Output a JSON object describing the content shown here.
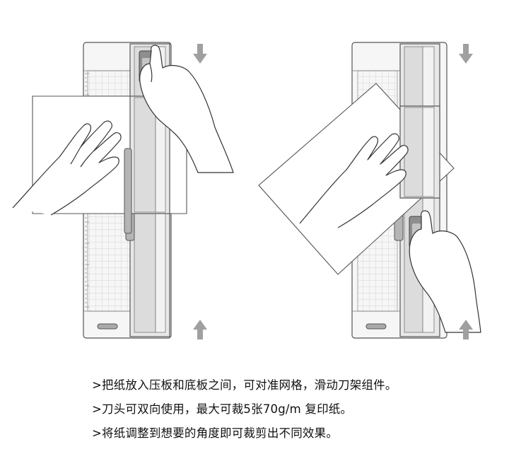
{
  "captions": [
    ">把纸放入压板和底板之间，可对准网格，滑动刀架组件。",
    ">刀头可双向使用，最大可裁5张70g/m 复印纸。",
    ">将纸调整到想要的角度即可裁剪出不同效果。"
  ],
  "colors": {
    "line": "#555555",
    "base": "#f6f6f6",
    "rail": "#e2e2e2",
    "slider": "#9a9a9a",
    "arrow": "#9c9c9c",
    "paper": "#ffffff"
  },
  "icons": [
    "arrow-down-icon",
    "arrow-up-icon",
    "hand-icon"
  ]
}
